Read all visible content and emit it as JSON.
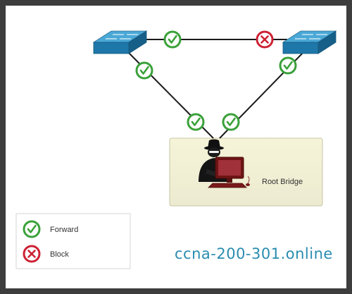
{
  "diagram": {
    "root_bridge": {
      "label": "Root Bridge"
    },
    "links": [
      {
        "id": "switch-to-switch",
        "near_left_state": "forward",
        "near_right_state": "block"
      },
      {
        "id": "left-switch-to-root",
        "near_switch_state": "forward",
        "near_root_state": "forward"
      },
      {
        "id": "right-switch-to-root",
        "near_switch_state": "forward",
        "near_root_state": "forward"
      }
    ],
    "legend": [
      {
        "state": "forward",
        "label": "Forward",
        "icon": "green-check-icon"
      },
      {
        "state": "block",
        "label": "Block",
        "icon": "red-x-icon"
      }
    ],
    "colors": {
      "forward": "#3aa13a",
      "block": "#cc2233",
      "switch_top": "#49a9d6",
      "switch_front": "#1f78aa",
      "root_box": "#f3f1cf"
    }
  },
  "watermark": {
    "text": "ccna-200-301.online"
  }
}
